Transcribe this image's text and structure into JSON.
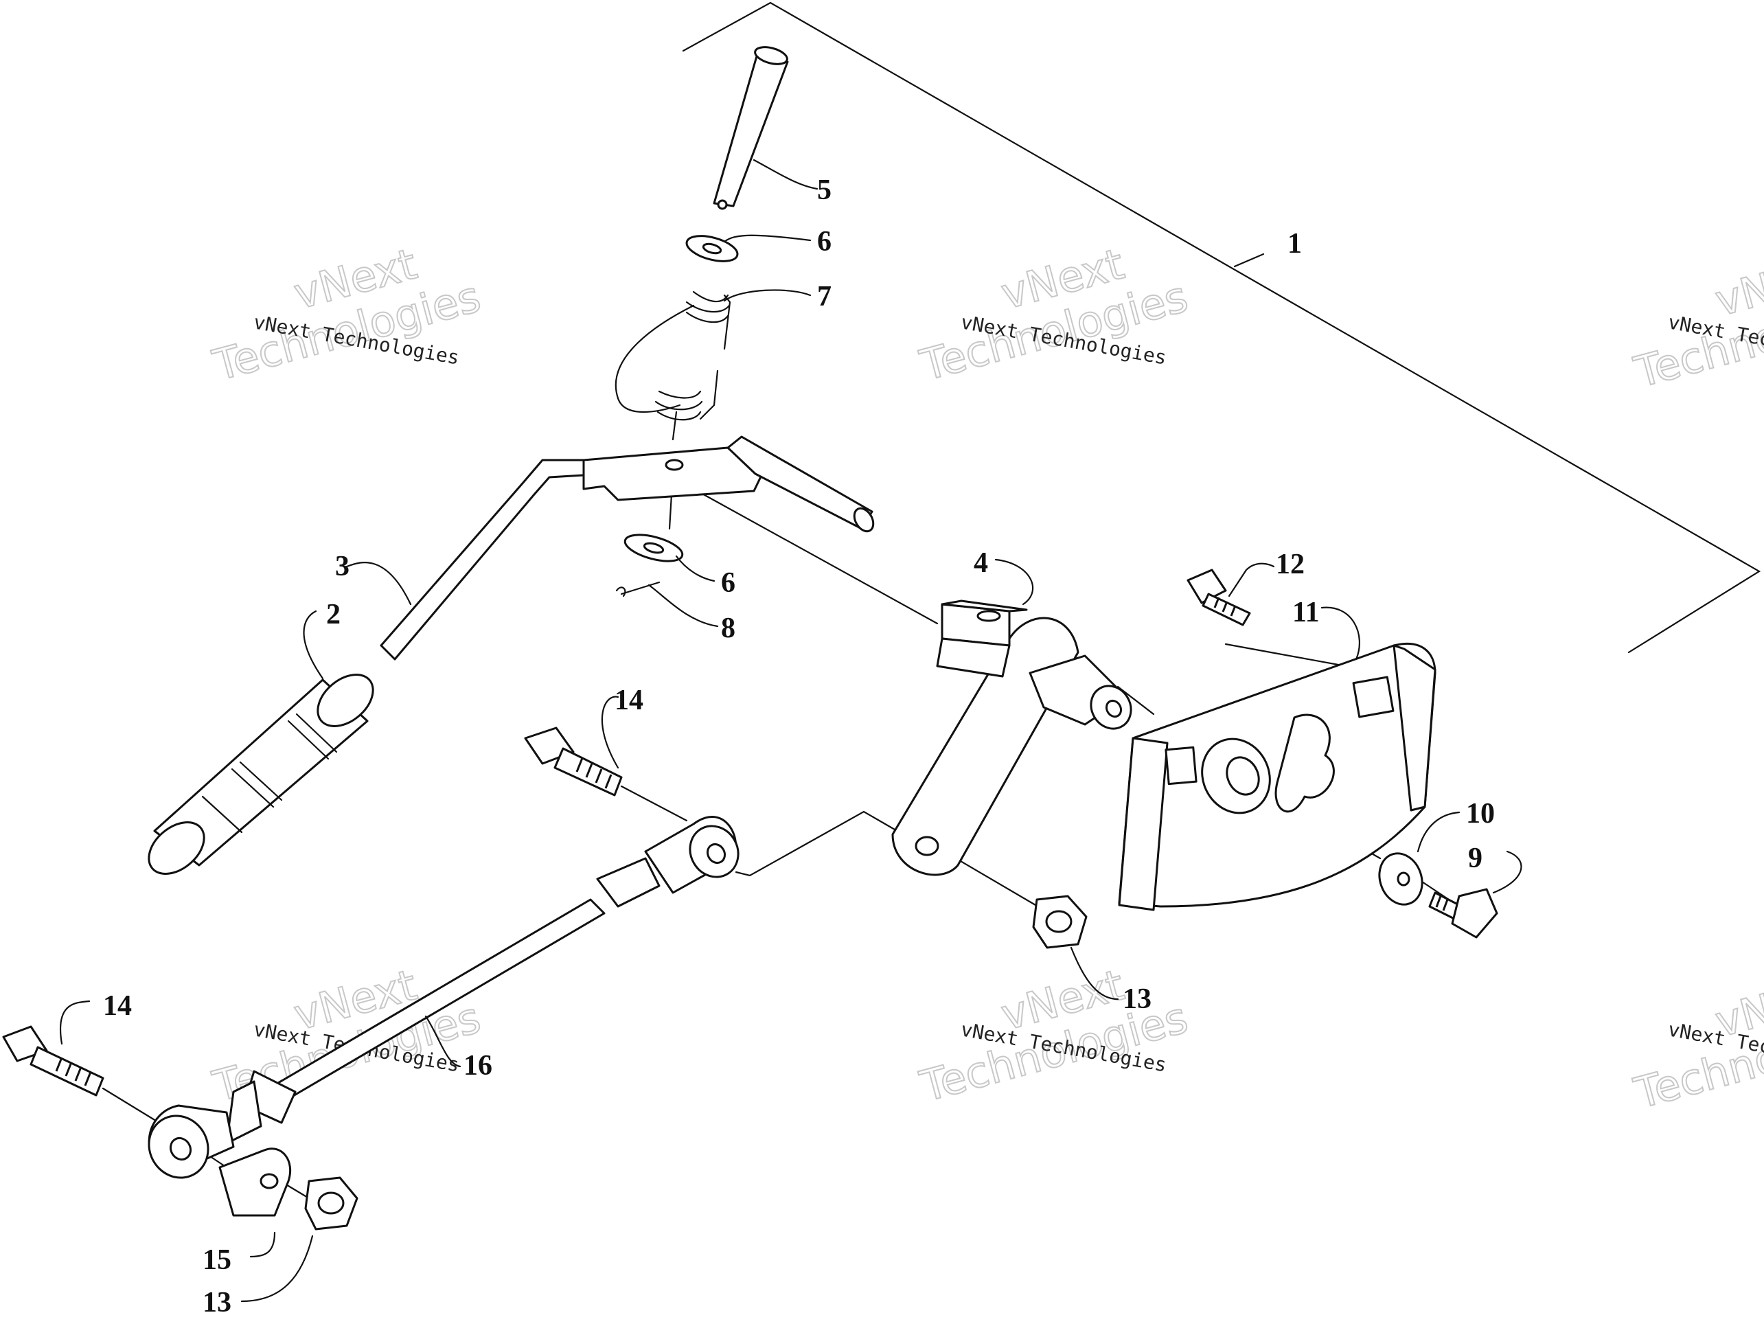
{
  "colors": {
    "line": "#111111",
    "background": "#ffffff",
    "watermark": "#c8c8c8"
  },
  "watermark": {
    "line1": "vNext",
    "line2": "Technologies",
    "small": "vNext Technologies"
  },
  "callouts": [
    {
      "id": "c1",
      "label": "1"
    },
    {
      "id": "c2",
      "label": "2"
    },
    {
      "id": "c3",
      "label": "3"
    },
    {
      "id": "c4",
      "label": "4"
    },
    {
      "id": "c5",
      "label": "5"
    },
    {
      "id": "c6a",
      "label": "6"
    },
    {
      "id": "c6b",
      "label": "6"
    },
    {
      "id": "c7",
      "label": "7"
    },
    {
      "id": "c8",
      "label": "8"
    },
    {
      "id": "c9",
      "label": "9"
    },
    {
      "id": "c10",
      "label": "10"
    },
    {
      "id": "c11",
      "label": "11"
    },
    {
      "id": "c12",
      "label": "12"
    },
    {
      "id": "c13a",
      "label": "13"
    },
    {
      "id": "c13b",
      "label": "13"
    },
    {
      "id": "c14a",
      "label": "14"
    },
    {
      "id": "c14b",
      "label": "14"
    },
    {
      "id": "c15",
      "label": "15"
    },
    {
      "id": "c16",
      "label": "16"
    }
  ]
}
